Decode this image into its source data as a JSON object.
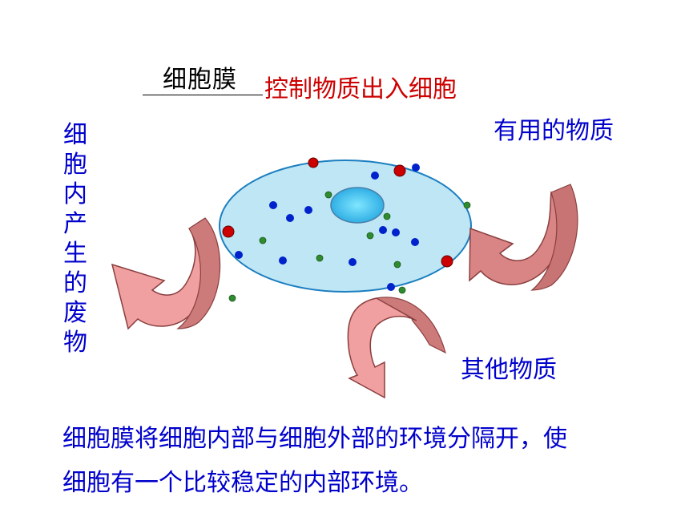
{
  "slide": {
    "blank_answer": "细胞膜",
    "blank_function": "控制物质出入细胞",
    "label_useful": "有用的物质",
    "label_waste": "细胞内产生的废物",
    "label_other": "其他物质",
    "description_line1": "细胞膜将细胞内部与细胞外部的环境分隔开，使",
    "description_line2": "细胞有一个比较稳定的内部环境。"
  },
  "colors": {
    "cell_fill": "#bfe6f5",
    "cell_stroke": "#1c7fc0",
    "nucleus": "#2fc0ee",
    "arrow_fill": "#d97f7f",
    "arrow_fill_light": "#f3a3a3",
    "red_dot": "#cc0000",
    "blue_dot": "#0022cc",
    "green_dot": "#2e8b2e",
    "label_blue": "#0000cc",
    "label_red": "#cc0000"
  },
  "icons": [
    "curved-arrow-in-icon",
    "curved-arrow-out-icon",
    "curved-arrow-down-icon"
  ]
}
